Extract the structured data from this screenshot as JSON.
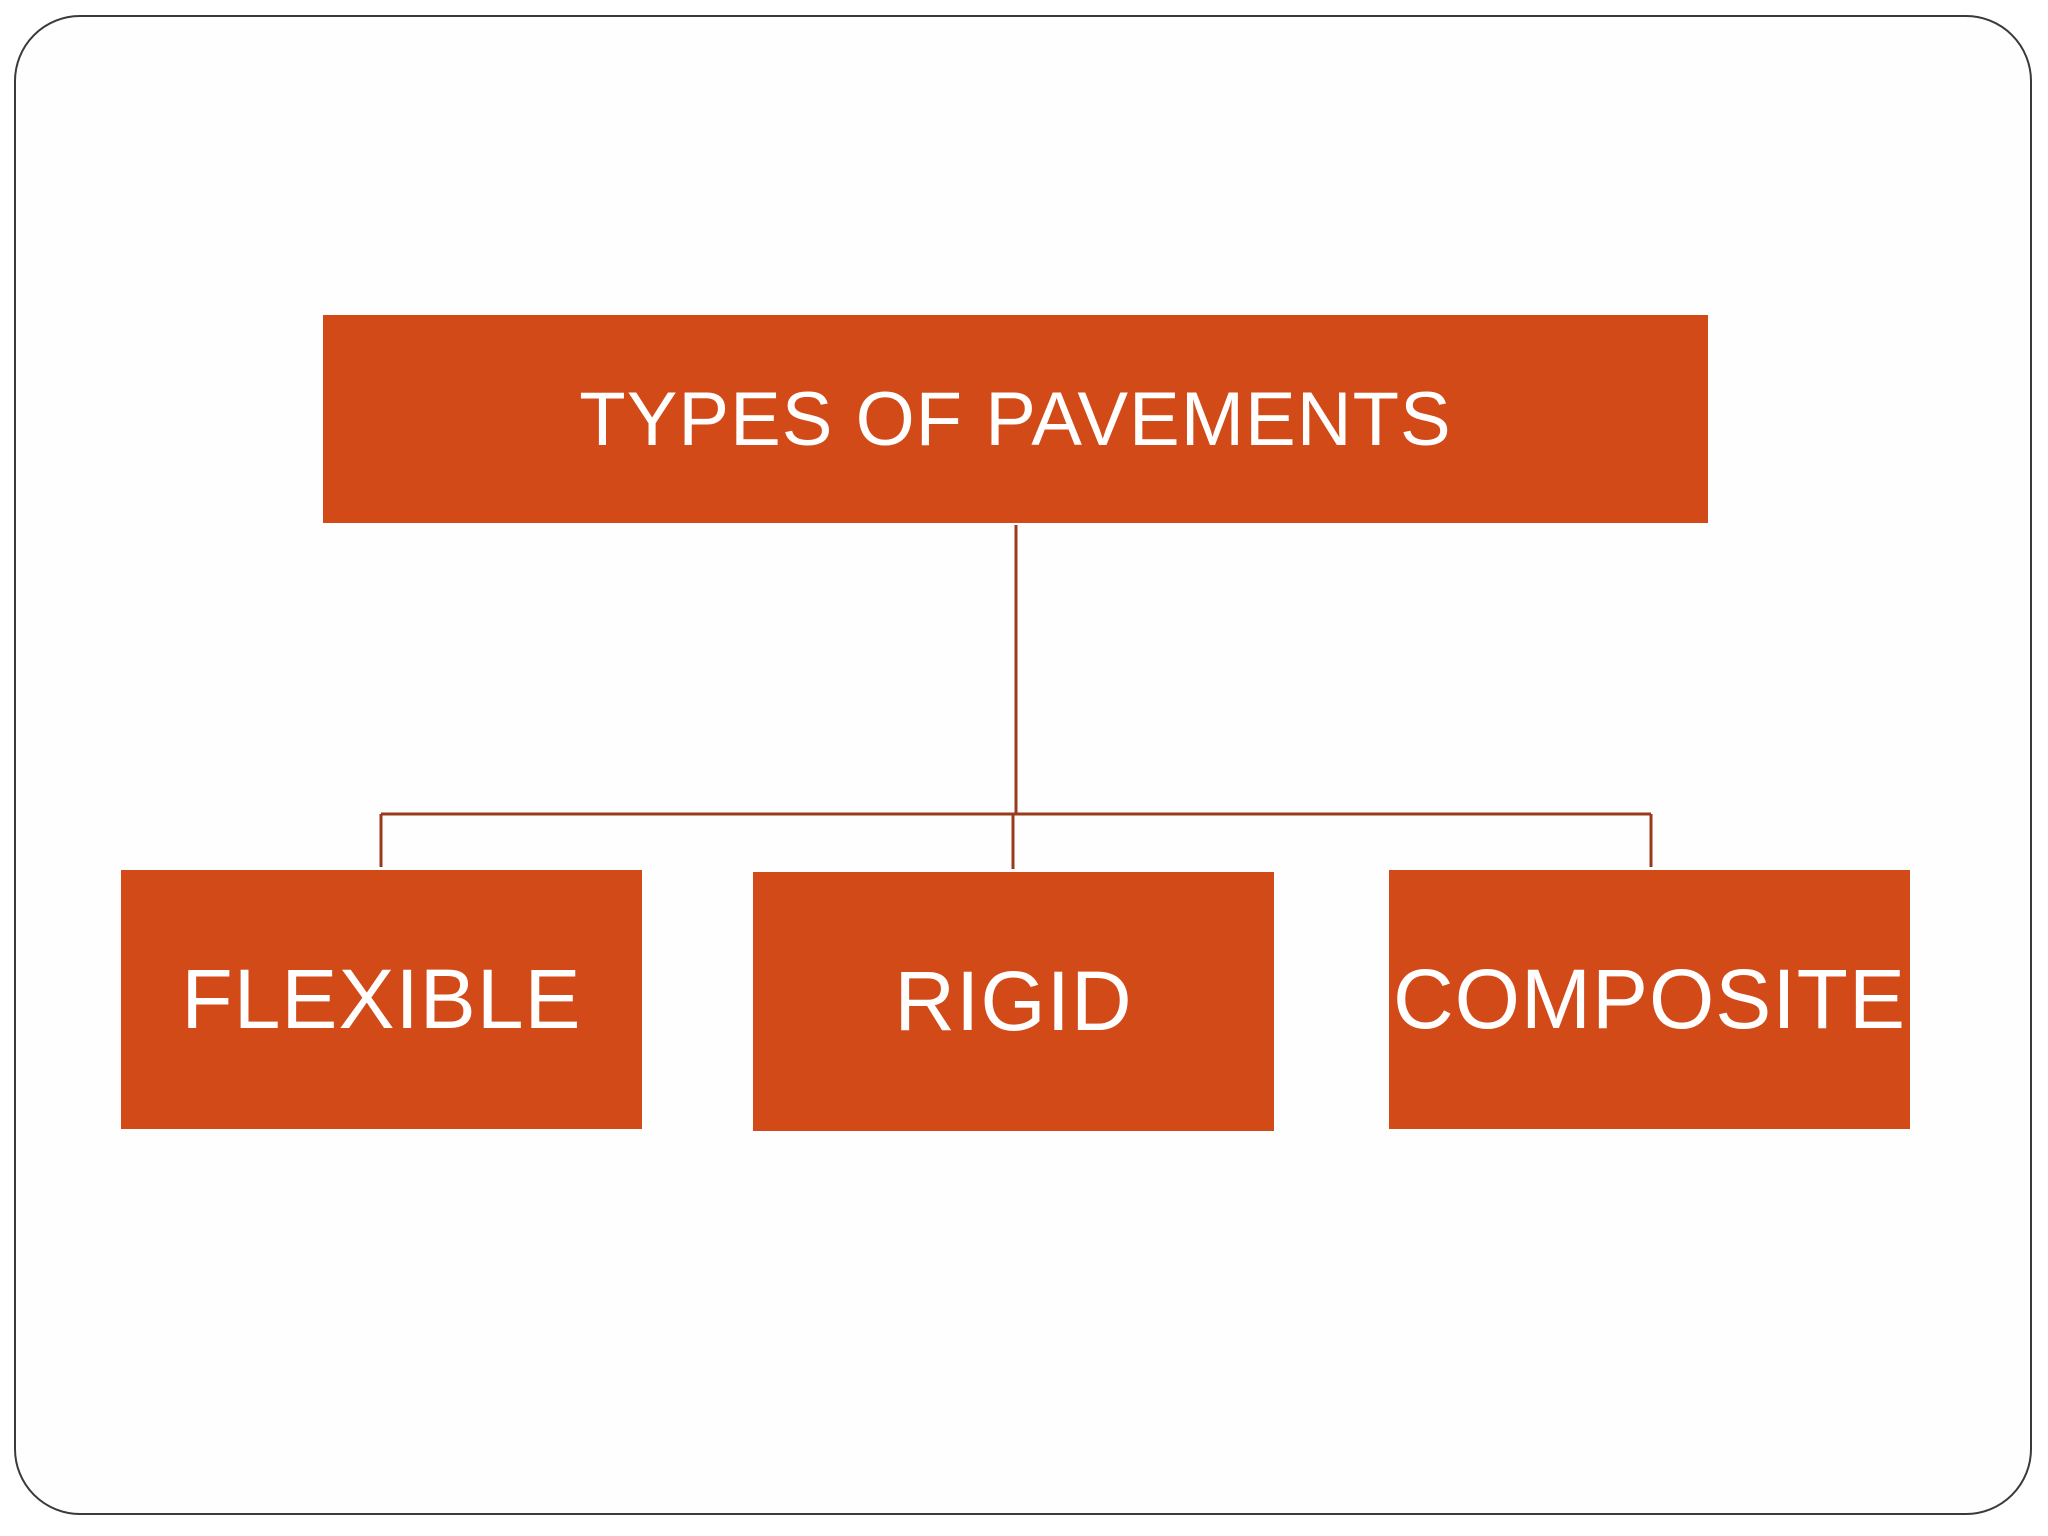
{
  "diagram": {
    "root": {
      "label": "TYPES OF PAVEMENTS"
    },
    "children": [
      {
        "label": "FLEXIBLE"
      },
      {
        "label": "RIGID"
      },
      {
        "label": "COMPOSITE"
      }
    ]
  },
  "colors": {
    "box_fill": "#d24a18",
    "box_text": "#ffffff",
    "connector": "#9a3a1c",
    "frame_border": "#3a3a3a"
  }
}
